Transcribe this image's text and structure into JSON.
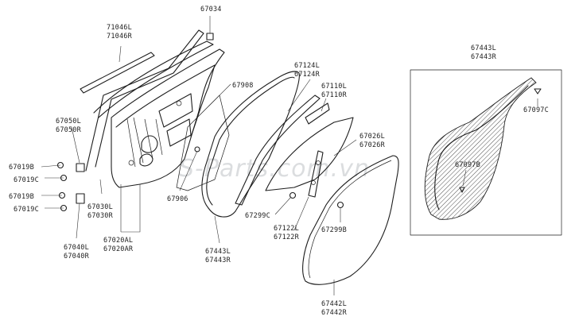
{
  "diagram": {
    "callouts": [
      {
        "id": "c-67034",
        "lines": [
          "67034"
        ]
      },
      {
        "id": "c-71046",
        "lines": [
          "71046L",
          "71046R"
        ]
      },
      {
        "id": "c-67908",
        "lines": [
          "67908"
        ]
      },
      {
        "id": "c-67124",
        "lines": [
          "67124L",
          "67124R"
        ]
      },
      {
        "id": "c-67110",
        "lines": [
          "67110L",
          "67110R"
        ]
      },
      {
        "id": "c-67026",
        "lines": [
          "67026L",
          "67026R"
        ]
      },
      {
        "id": "c-67050",
        "lines": [
          "67050L",
          "67050R"
        ]
      },
      {
        "id": "c-67019b-top",
        "lines": [
          "67019B"
        ]
      },
      {
        "id": "c-67019c-top",
        "lines": [
          "67019C"
        ]
      },
      {
        "id": "c-67019b-bot",
        "lines": [
          "67019B"
        ]
      },
      {
        "id": "c-67019c-bot",
        "lines": [
          "67019C"
        ]
      },
      {
        "id": "c-67030",
        "lines": [
          "67030L",
          "67030R"
        ]
      },
      {
        "id": "c-67906",
        "lines": [
          "67906"
        ]
      },
      {
        "id": "c-67040",
        "lines": [
          "67040L",
          "67040R"
        ]
      },
      {
        "id": "c-67020",
        "lines": [
          "67020AL",
          "67020AR"
        ]
      },
      {
        "id": "c-67443-main",
        "lines": [
          "67443L",
          "67443R"
        ]
      },
      {
        "id": "c-67299c",
        "lines": [
          "67299C"
        ]
      },
      {
        "id": "c-67122",
        "lines": [
          "67122L",
          "67122R"
        ]
      },
      {
        "id": "c-67299b",
        "lines": [
          "67299B"
        ]
      },
      {
        "id": "c-67442",
        "lines": [
          "67442L",
          "67442R"
        ]
      },
      {
        "id": "c-67443-inset",
        "lines": [
          "67443L",
          "67443R"
        ]
      },
      {
        "id": "c-67097c",
        "lines": [
          "67097C"
        ]
      },
      {
        "id": "c-67097b",
        "lines": [
          "67097B"
        ]
      }
    ],
    "watermark": "S-Parts.com.vn"
  }
}
